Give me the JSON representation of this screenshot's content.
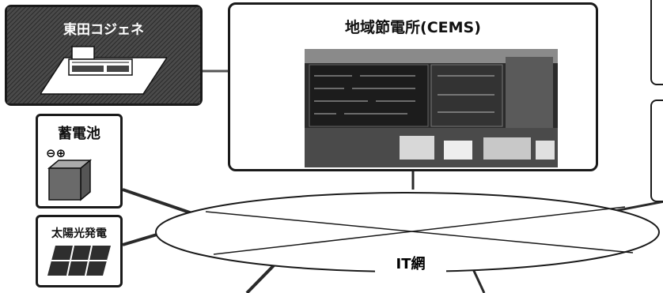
{
  "nodes": {
    "cogeneration": {
      "label": "東田コジェネ"
    },
    "cems": {
      "label": "地域節電所(CEMS)"
    },
    "battery": {
      "label": "蓄電池",
      "terminals": "⊖⊕"
    },
    "solar": {
      "label": "太陽光発電"
    },
    "network": {
      "label": "IT網"
    }
  },
  "colors": {
    "cogeneration_fill": "#3a3a3a",
    "line": "#2a2a2a",
    "battery_body": "#6a6a6a",
    "solar_panel": "#2e2e2e"
  }
}
